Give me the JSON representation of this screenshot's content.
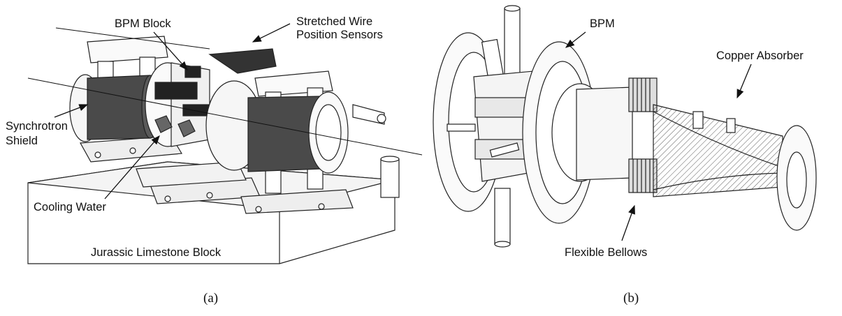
{
  "panel_a": {
    "labels": {
      "bpm_block": "BPM Block",
      "stretched_wire_1": "Stretched Wire",
      "stretched_wire_2": "Position Sensors",
      "synchrotron_1": "Synchrotron",
      "synchrotron_2": "Shield",
      "cooling_water": "Cooling Water",
      "limestone": "Jurassic Limestone Block"
    },
    "caption": "(a)"
  },
  "panel_b": {
    "labels": {
      "bpm": "BPM",
      "copper_absorber": "Copper Absorber",
      "flexible_bellows": "Flexible Bellows"
    },
    "caption": "(b)"
  }
}
